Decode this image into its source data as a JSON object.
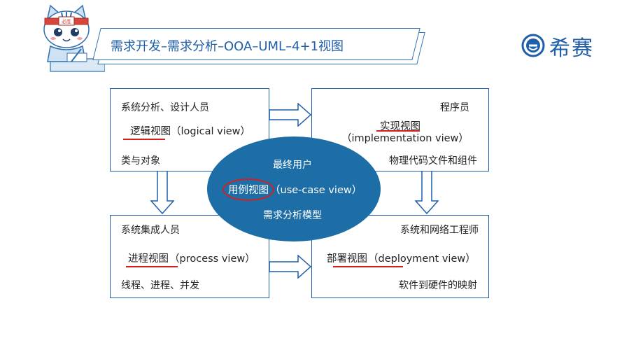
{
  "header": {
    "title": "需求开发–需求分析–OOA–UML–4+1视图"
  },
  "logo": {
    "brand_text": "希赛",
    "mark_icon": "e-circle-logo-icon",
    "brand_color": "#1f5ea8"
  },
  "mascot": {
    "headband_text": "必胜"
  },
  "views": {
    "logical": {
      "role": "系统分析、设计人员",
      "name": "逻辑视图",
      "name_en": "（logical view）",
      "detail": "类与对象"
    },
    "implementation": {
      "role": "程序员",
      "name": "实现视图",
      "name_en": "（implementation view）",
      "detail": "物理代码文件和组件"
    },
    "process": {
      "role": "系统集成人员",
      "name": "进程视图",
      "name_en": "（process view）",
      "detail": "线程、进程、并发"
    },
    "deployment": {
      "role": "系统和网络工程师",
      "name": "部署视图",
      "name_en": "（deployment view）",
      "detail": "软件到硬件的映射"
    },
    "usecase": {
      "role": "最终用户",
      "name": "用例视图",
      "name_en": "（use-case view）",
      "detail": "需求分析模型"
    }
  },
  "colors": {
    "ellipse_fill": "#1d6ea7",
    "border": "#1f5ea8",
    "highlight": "#d32020"
  }
}
